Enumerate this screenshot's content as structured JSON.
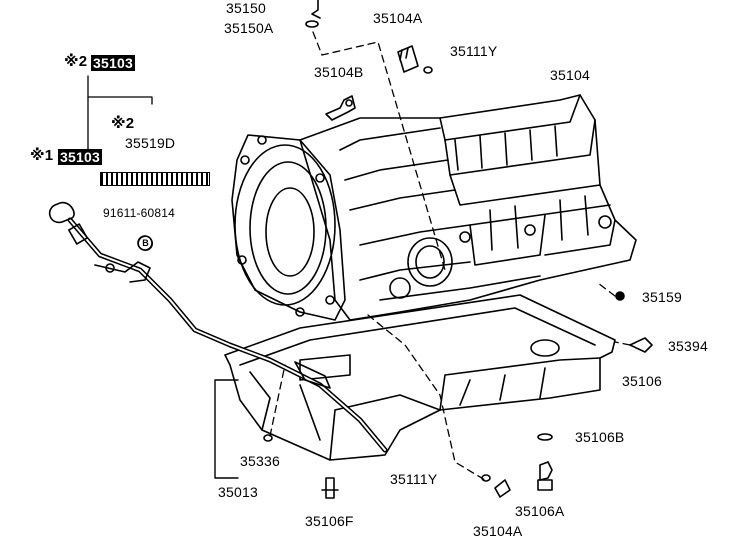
{
  "labels": {
    "p35150": "35150",
    "p35150A": "35150A",
    "p35104A_top": "35104A",
    "p35111Y_top": "35111Y",
    "p35104B": "35104B",
    "p35104": "35104",
    "p35103_a": "35103",
    "mark_a": "※2",
    "mark_b": "※2",
    "p35519D": "35519D",
    "mark_c": "※1",
    "p35103_b": "35103",
    "p91611": "91611-60814",
    "circle_b": "B",
    "p35159": "35159",
    "p35394": "35394",
    "p35106": "35106",
    "p35106B": "35106B",
    "p35336": "35336",
    "p35013": "35013",
    "p35111Y_bot": "35111Y",
    "p35106A": "35106A",
    "p35106F": "35106F",
    "p35104A_bot": "35104A"
  }
}
